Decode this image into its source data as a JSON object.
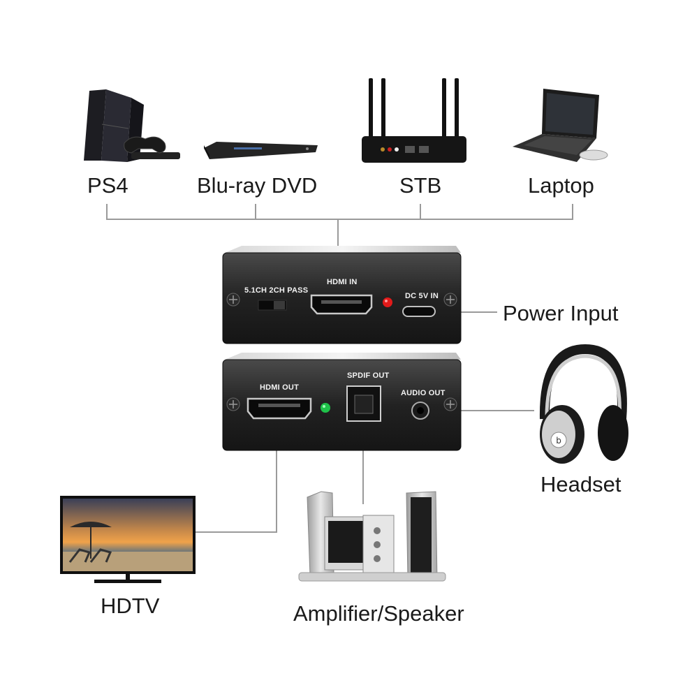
{
  "sources": [
    {
      "id": "ps4",
      "label": "PS4",
      "icon": "ps4-console-icon"
    },
    {
      "id": "bluray",
      "label": "Blu-ray DVD",
      "icon": "bluray-player-icon"
    },
    {
      "id": "stb",
      "label": "STB",
      "icon": "router-stb-icon"
    },
    {
      "id": "laptop",
      "label": "Laptop",
      "icon": "laptop-icon"
    }
  ],
  "top_panel": {
    "switch_label": "5.1CH  2CH PASS",
    "hdmi_in_label": "HDMI IN",
    "dc_label": "DC 5V IN",
    "led_color": "#e21a1a"
  },
  "bottom_panel": {
    "hdmi_out_label": "HDMI OUT",
    "spdif_label": "SPDIF OUT",
    "audio_label": "AUDIO OUT",
    "led_color": "#1fc24a"
  },
  "outputs": {
    "power_label": "Power Input",
    "headset_label": "Headset",
    "hdtv_label": "HDTV",
    "speaker_label": "Amplifier/Speaker"
  },
  "colors": {
    "connector_line": "#9a9a9a",
    "device_body": "#1b1b1b"
  }
}
